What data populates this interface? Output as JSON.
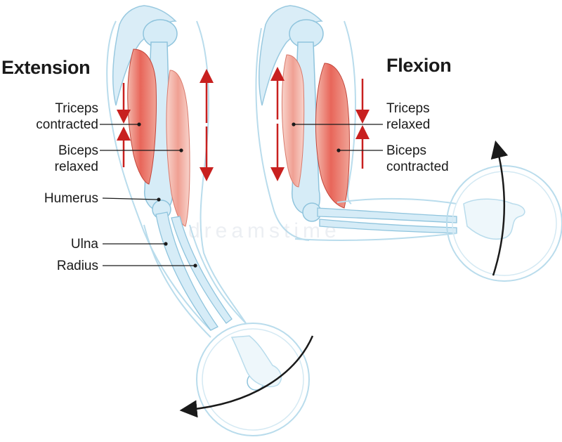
{
  "headings": {
    "extension": "Extension",
    "flexion": "Flexion"
  },
  "extension_labels": {
    "triceps": {
      "line1": "Triceps",
      "line2": "contracted"
    },
    "biceps": {
      "line1": "Biceps",
      "line2": "relaxed"
    },
    "humerus": "Humerus",
    "ulna": "Ulna",
    "radius": "Radius"
  },
  "flexion_labels": {
    "triceps": {
      "line1": "Triceps",
      "line2": "relaxed"
    },
    "biceps": {
      "line1": "Biceps",
      "line2": "contracted"
    }
  },
  "watermark": "dreamstime",
  "colors": {
    "muscle": "#e5574a",
    "muscle_light": "#f2b3a8",
    "bone": "#d6ecf7",
    "bone_outline": "#8fc4dd",
    "skin_outline": "#b9dcec",
    "arrow_red": "#c8201f",
    "arrow_black": "#1a1a1a"
  }
}
